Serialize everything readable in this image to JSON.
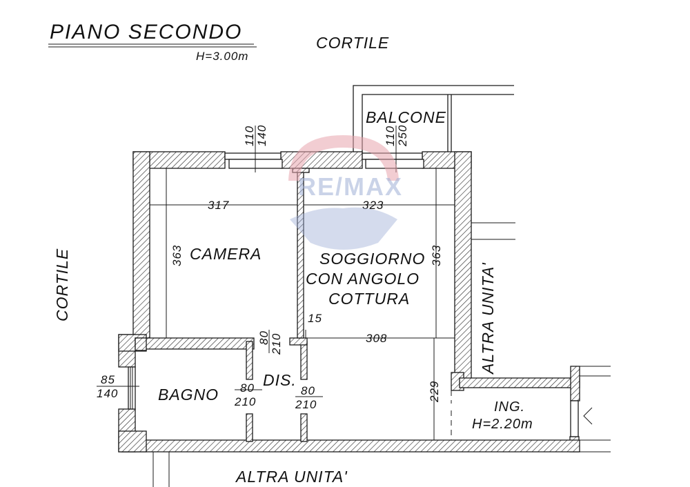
{
  "header": {
    "title": "PIANO SECONDO",
    "height": "H=3.00m"
  },
  "surroundings": {
    "top": "CORTILE",
    "left": "CORTILE",
    "right": "ALTRA UNITA'",
    "bottom": "ALTRA UNITA'"
  },
  "rooms": {
    "balcone": "BALCONE",
    "camera": "CAMERA",
    "soggiorno_line1": "SOGGIORNO",
    "soggiorno_line2": "CON ANGOLO",
    "soggiorno_line3": "COTTURA",
    "bagno": "BAGNO",
    "disimpegno": "DIS.",
    "ingresso": "ING.",
    "ingresso_height": "H=2.20m"
  },
  "dimensions": {
    "camera_width": "317",
    "camera_depth": "363",
    "soggiorno_width": "323",
    "soggiorno_depth": "363",
    "soggiorno_lower_width": "308",
    "soggiorno_lower_depth": "229",
    "wall_offset": "15"
  },
  "openings": {
    "camera_window_w": "110",
    "camera_window_h": "140",
    "balcone_door_w": "110",
    "balcone_door_h": "250",
    "bagno_window_w": "85",
    "bagno_window_h": "140",
    "camera_door_w": "80",
    "camera_door_h": "210",
    "bagno_door_w": "80",
    "bagno_door_h": "210",
    "dis_door_w": "80",
    "dis_door_h": "210"
  },
  "watermark": {
    "brand": "RE/MAX",
    "brand_red": "#e8a4ad",
    "brand_blue": "#9fb0d6"
  },
  "symbols": {
    "entrance_arrow": "<"
  }
}
